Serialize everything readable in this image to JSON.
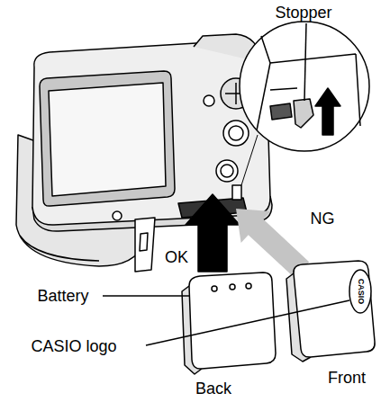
{
  "diagram": {
    "nodes": [
      {
        "text": [
          "CASIO"
        ]
      }
    ],
    "labels": [
      "Stopper",
      "NG",
      "OK",
      "Battery",
      "CASIO logo",
      "Back",
      "Front"
    ]
  }
}
